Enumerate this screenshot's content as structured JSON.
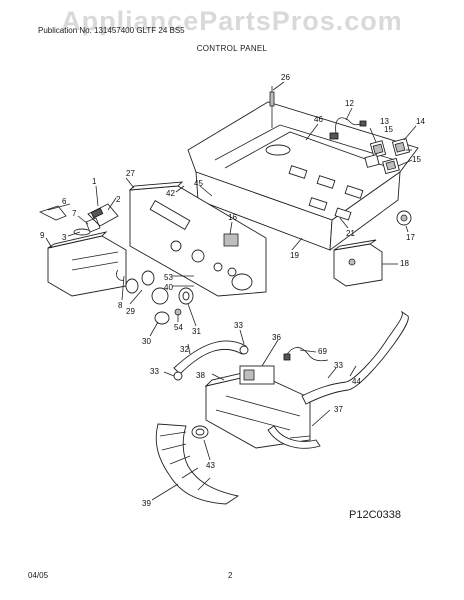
{
  "header": {
    "publication_text": "Publication No. 131457400",
    "model_text": "GLTF 24 BS5"
  },
  "title": "CONTROL PANEL",
  "watermark": "AppliancePartsPros.com",
  "diagram_code": "P12C0338",
  "footer": {
    "date": "04/05",
    "page": "2"
  },
  "callouts": [
    {
      "id": "c26",
      "text": "26"
    },
    {
      "id": "c12",
      "text": "12"
    },
    {
      "id": "c46",
      "text": "46"
    },
    {
      "id": "c13",
      "text": "13"
    },
    {
      "id": "c14",
      "text": "14"
    },
    {
      "id": "c15a",
      "text": "15"
    },
    {
      "id": "c15b",
      "text": "15"
    },
    {
      "id": "c1",
      "text": "1"
    },
    {
      "id": "c27",
      "text": "27"
    },
    {
      "id": "c42",
      "text": "42"
    },
    {
      "id": "c45",
      "text": "45"
    },
    {
      "id": "c6",
      "text": "6"
    },
    {
      "id": "c7",
      "text": "7"
    },
    {
      "id": "c2",
      "text": "2"
    },
    {
      "id": "c16",
      "text": "16"
    },
    {
      "id": "c21",
      "text": "21"
    },
    {
      "id": "c17",
      "text": "17"
    },
    {
      "id": "c9",
      "text": "9"
    },
    {
      "id": "c3",
      "text": "3"
    },
    {
      "id": "c19",
      "text": "19"
    },
    {
      "id": "c18",
      "text": "18"
    },
    {
      "id": "c53",
      "text": "53"
    },
    {
      "id": "c40",
      "text": "40"
    },
    {
      "id": "c8",
      "text": "8"
    },
    {
      "id": "c29",
      "text": "29"
    },
    {
      "id": "c33a",
      "text": "33"
    },
    {
      "id": "c54",
      "text": "54"
    },
    {
      "id": "c30",
      "text": "30"
    },
    {
      "id": "c31",
      "text": "31"
    },
    {
      "id": "c32",
      "text": "32"
    },
    {
      "id": "c36",
      "text": "36"
    },
    {
      "id": "c69",
      "text": "69"
    },
    {
      "id": "c33b",
      "text": "33"
    },
    {
      "id": "c33c",
      "text": "33"
    },
    {
      "id": "c38",
      "text": "38"
    },
    {
      "id": "c44",
      "text": "44"
    },
    {
      "id": "c37",
      "text": "37"
    },
    {
      "id": "c43",
      "text": "43"
    },
    {
      "id": "c39",
      "text": "39"
    }
  ]
}
